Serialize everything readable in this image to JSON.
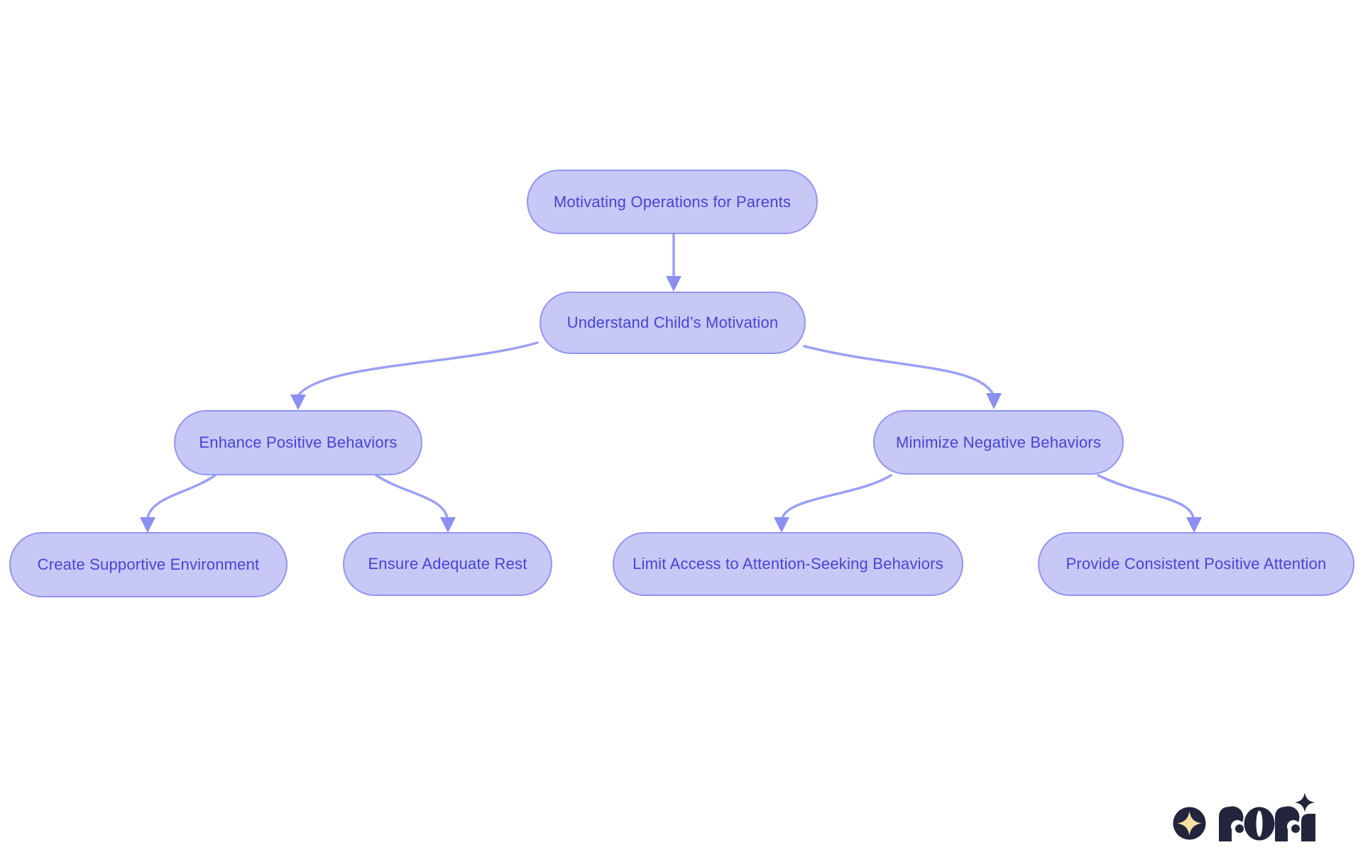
{
  "diagram": {
    "type": "flowchart",
    "nodes": [
      {
        "id": "motivating-operations",
        "label": "Motivating Operations for Parents"
      },
      {
        "id": "understand-motivation",
        "label": "Understand Child’s Motivation"
      },
      {
        "id": "enhance-positive",
        "label": "Enhance Positive Behaviors"
      },
      {
        "id": "minimize-negative",
        "label": "Minimize Negative Behaviors"
      },
      {
        "id": "create-supportive-environment",
        "label": "Create Supportive Environment"
      },
      {
        "id": "ensure-adequate-rest",
        "label": "Ensure Adequate Rest"
      },
      {
        "id": "limit-access-attention-seeking",
        "label": "Limit Access to Attention-Seeking Behaviors"
      },
      {
        "id": "provide-consistent-attention",
        "label": "Provide Consistent Positive Attention"
      }
    ],
    "edges": [
      {
        "from": "motivating-operations",
        "to": "understand-motivation"
      },
      {
        "from": "understand-motivation",
        "to": "enhance-positive"
      },
      {
        "from": "understand-motivation",
        "to": "minimize-negative"
      },
      {
        "from": "enhance-positive",
        "to": "create-supportive-environment"
      },
      {
        "from": "enhance-positive",
        "to": "ensure-adequate-rest"
      },
      {
        "from": "minimize-negative",
        "to": "limit-access-attention-seeking"
      },
      {
        "from": "minimize-negative",
        "to": "provide-consistent-attention"
      }
    ],
    "colors": {
      "node_fill": "#c7c8f6",
      "node_border": "#9296ee",
      "node_text": "#4744d3",
      "edge_line": "#9ba0f3",
      "edge_arrow": "#8b8ff0",
      "background": "#ffffff"
    }
  },
  "logo": {
    "brand": "rori",
    "icon": "sparkle-star-icon",
    "colors": {
      "mark": "#23253c",
      "star": "#f5dfa5"
    }
  }
}
